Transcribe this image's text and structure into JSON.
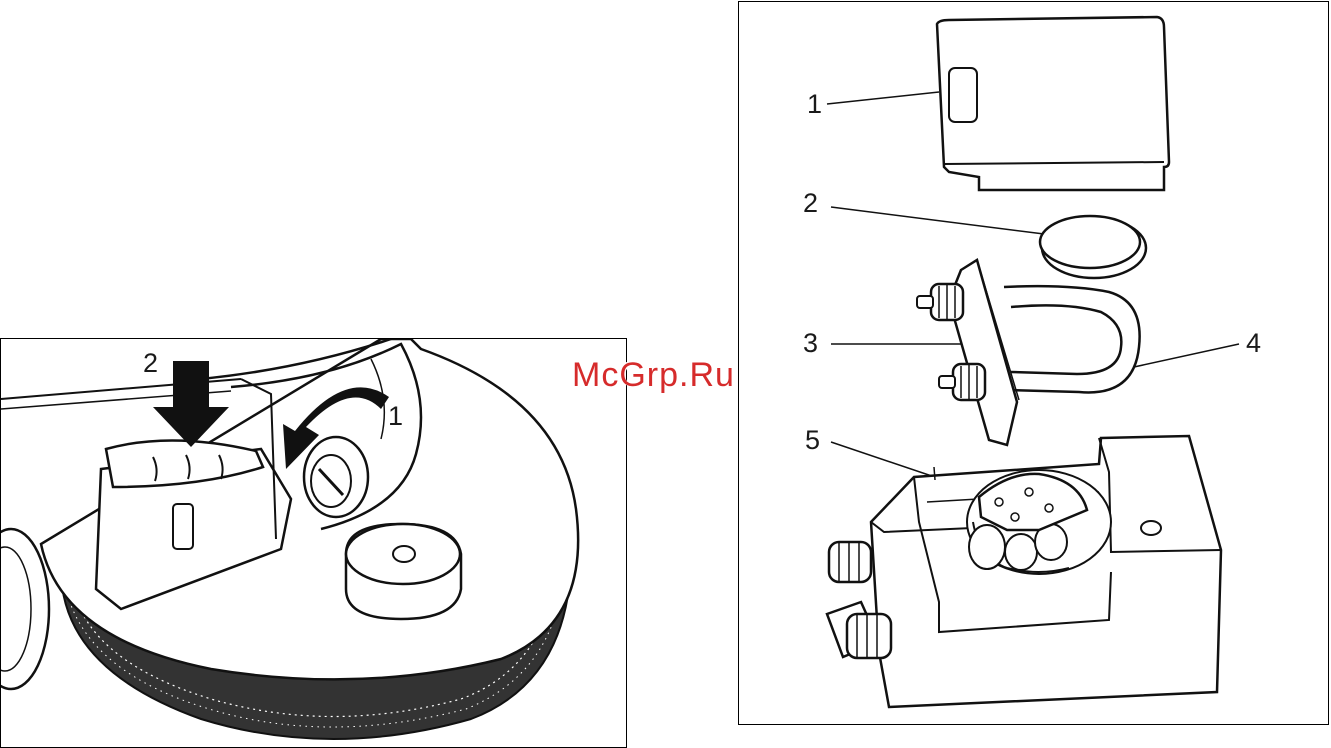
{
  "watermark": {
    "text": "McGrp.Ru",
    "color": "#d62b2b"
  },
  "left_figure": {
    "callouts": [
      "2",
      "1"
    ],
    "icons": [
      "down-arrow-icon",
      "curved-rotate-arrow-icon"
    ]
  },
  "right_figure": {
    "callouts": [
      "1",
      "2",
      "3",
      "4",
      "5"
    ]
  },
  "colors": {
    "line": "#1a1a1a",
    "bristle": "#222222",
    "background": "#ffffff"
  }
}
